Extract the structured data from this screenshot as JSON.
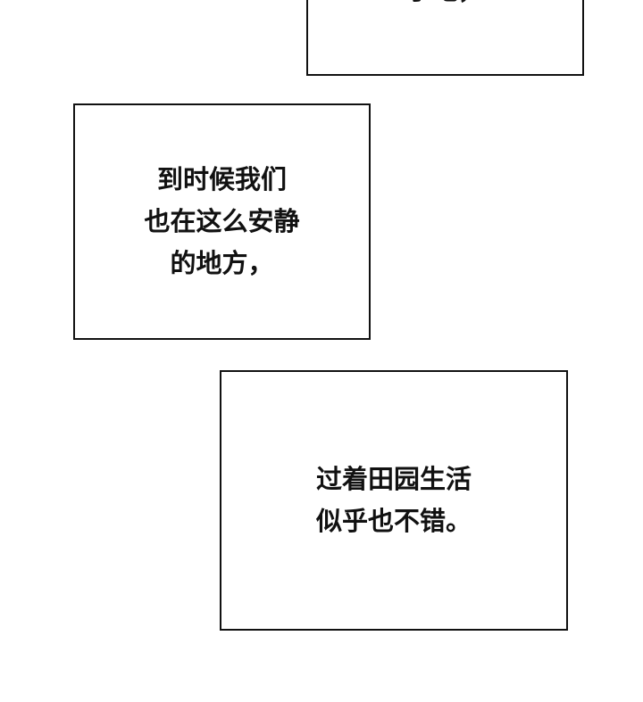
{
  "panels": [
    {
      "text": "了吧，"
    },
    {
      "text": "到时候我们\n也在这么安静\n的地方，"
    },
    {
      "text": "过着田园生活\n似乎也不错。"
    }
  ]
}
